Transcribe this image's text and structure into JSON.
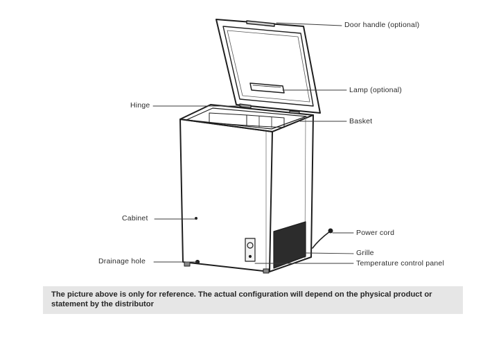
{
  "labels": {
    "door_handle": "Door handle (optional)",
    "lamp": "Lamp (optional)",
    "hinge": "Hinge",
    "basket": "Basket",
    "cabinet": "Cabinet",
    "power_cord": "Power cord",
    "grille": "Grille",
    "drainage_hole": "Drainage hole",
    "temperature_control_panel": "Temperature control panel"
  },
  "note": "The picture above is only for reference. The actual configuration will depend on the physical product or statement by the distributor"
}
